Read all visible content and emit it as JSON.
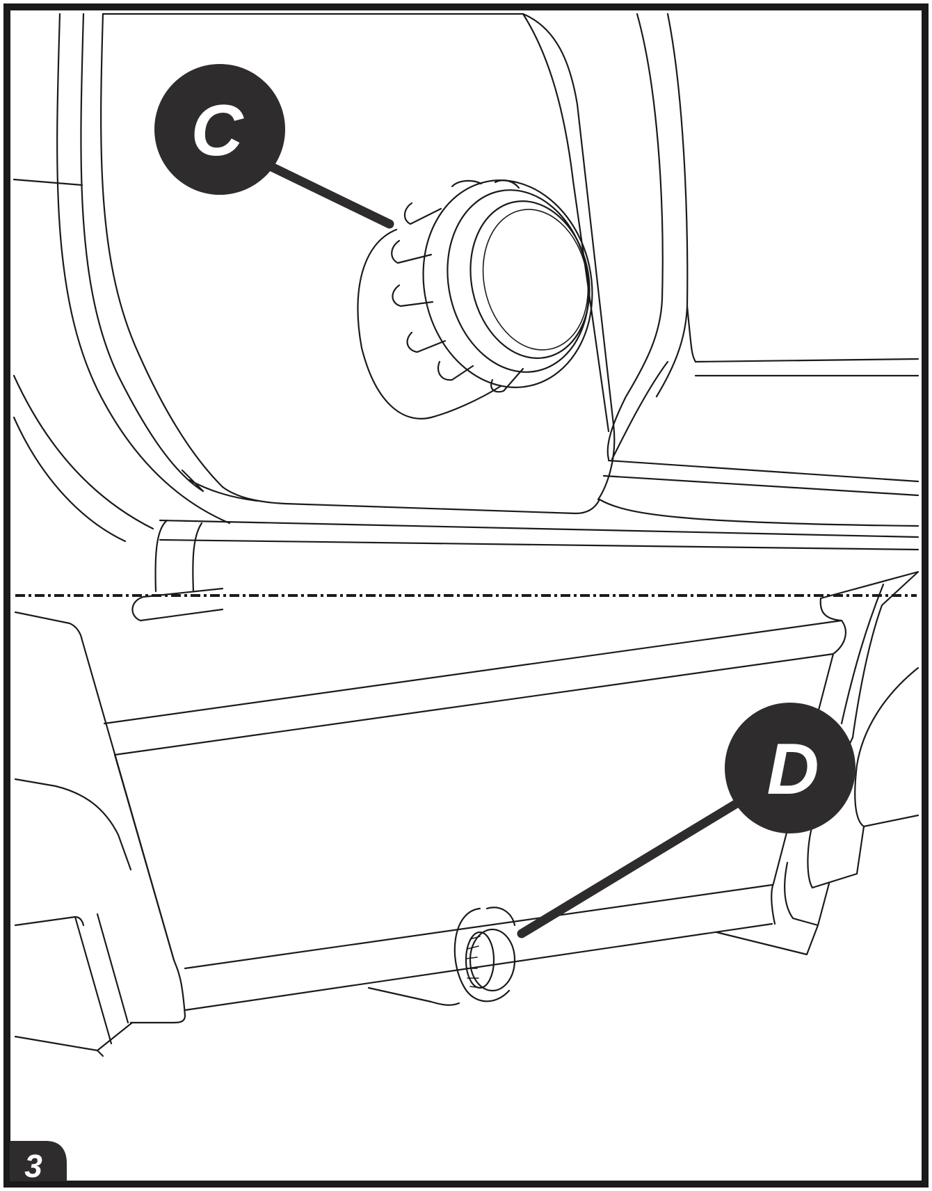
{
  "callouts": [
    {
      "letter": "C",
      "target": "upper-adjustment-knob"
    },
    {
      "letter": "D",
      "target": "lower-adjustment-knob"
    }
  ],
  "step_number": "3",
  "colors": {
    "callout_fill": "#2e2c2d",
    "callout_text": "#ffffff",
    "line": "#1a1a1a",
    "frame": "#1a1a1a",
    "background": "#ffffff"
  },
  "divider": {
    "style": "dash-dot"
  }
}
